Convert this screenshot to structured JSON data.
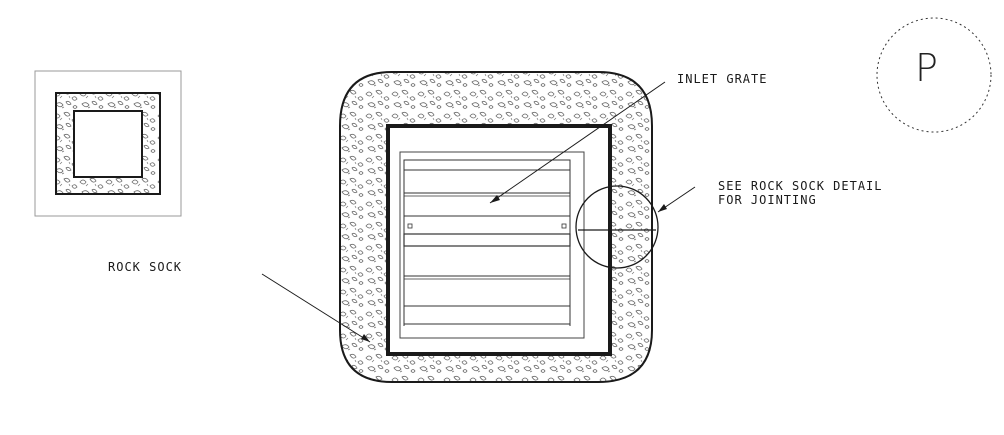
{
  "labels": {
    "inlet_grate": "INLET GRATE",
    "see_detail_line1": "SEE ROCK SOCK DETAIL",
    "see_detail_line2": "FOR JOINTING",
    "rock_sock": "ROCK SOCK"
  },
  "symbol": {
    "letter": "P"
  },
  "colors": {
    "line": "#1a1a1a",
    "hatch": "#555555",
    "background": "#ffffff"
  }
}
